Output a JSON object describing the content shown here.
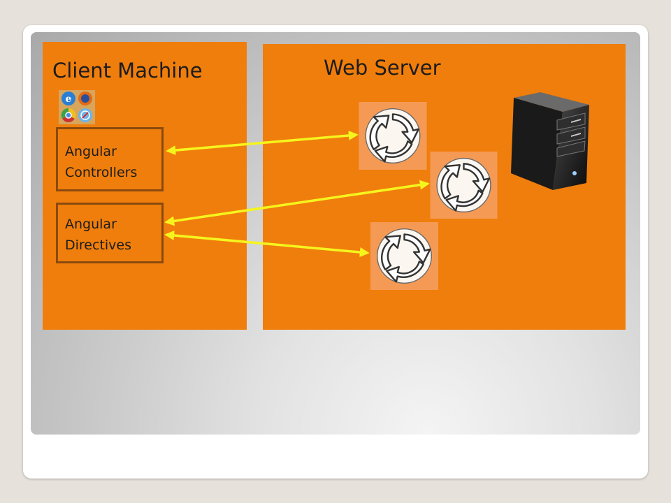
{
  "client": {
    "title": "Client Machine",
    "components": [
      {
        "label": "Angular\nControllers"
      },
      {
        "label": "Angular\nDirectives"
      }
    ]
  },
  "server": {
    "title": "Web Server"
  },
  "icons": {
    "browsers": "browser-logos-icon",
    "sync": "sync-cycle-icon",
    "server": "server-tower-icon"
  },
  "colors": {
    "panel": "#f07e0c",
    "box_border": "#8a4a0e",
    "arrow": "#f5f51e"
  }
}
